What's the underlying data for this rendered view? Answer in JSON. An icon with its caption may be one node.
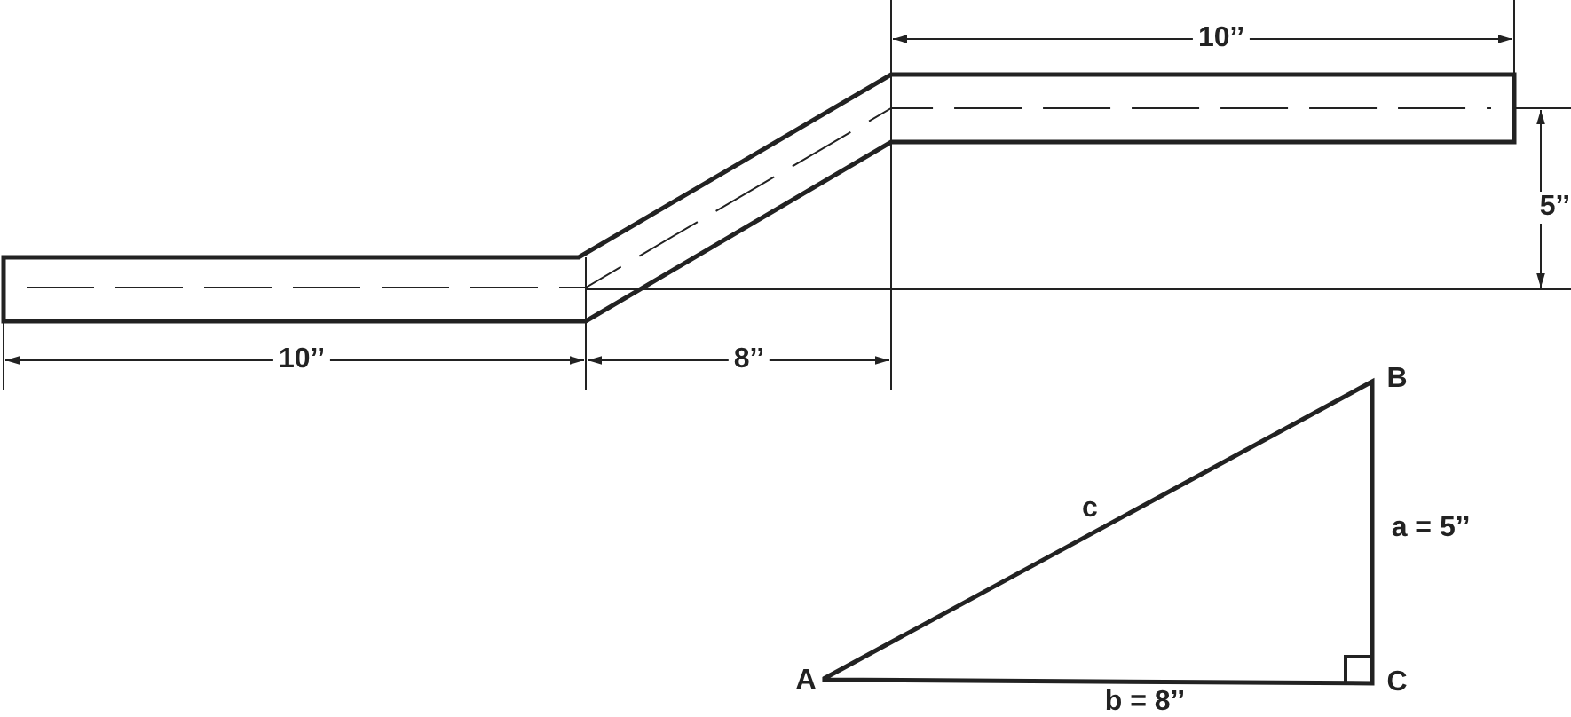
{
  "diagram": {
    "labels": [
      "10’’",
      "5’’",
      "10’’",
      "8’’",
      "B",
      "c",
      "a = 5’’",
      "A",
      "C",
      "b = 8’’"
    ]
  }
}
